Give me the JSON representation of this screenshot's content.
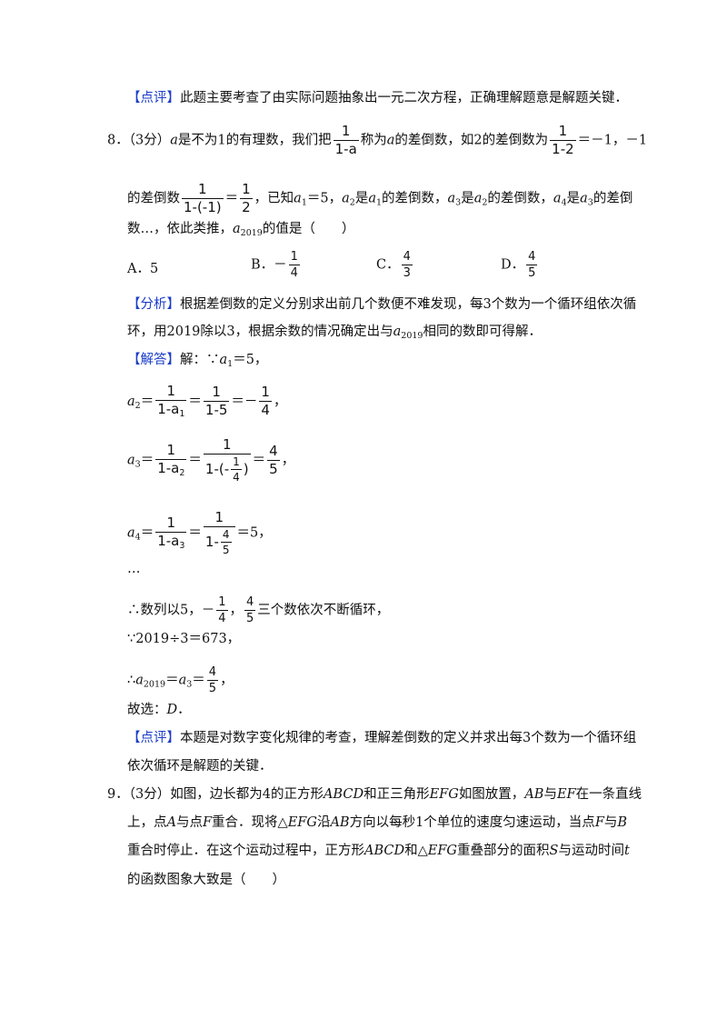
{
  "line_top_comment": {
    "tag": "【点评】",
    "text": "此题主要考查了由实际问题抽象出一元二次方程，正确理解题意是解题关键．"
  },
  "q8": {
    "number": "8．",
    "score": "（3分）",
    "l1_a": "a",
    "l1_b": "是不为1的有理数，我们把",
    "l1_frac1": {
      "n": "1",
      "d": "1-a"
    },
    "l1_c": "称为",
    "l1_d": "a",
    "l1_e": "的差倒数，如2的差倒数为",
    "l1_frac2": {
      "n": "1",
      "d": "1-2"
    },
    "l1_f": "＝－1，－1",
    "l2_a": "的差倒数",
    "l2_frac1": {
      "n": "1",
      "d": "1-(-1)"
    },
    "l2_eq": "＝",
    "l2_frac2": {
      "n": "1",
      "d": "2"
    },
    "l2_b": "，已知",
    "l2_c": "＝5，",
    "l2_d": "是",
    "l2_e": "的差倒数，",
    "l2_f": "是",
    "l2_g": "的差倒数，",
    "l2_h": "是",
    "l2_i": "的差倒",
    "l3_a": "数…，依此类推，",
    "l3_b": "的值是（　　）",
    "var_a": "a",
    "sub_1": "1",
    "sub_2": "2",
    "sub_3": "3",
    "sub_4": "4",
    "sub_2019": "2019",
    "options": {
      "A": {
        "label": "A．",
        "value": "5"
      },
      "B": {
        "label": "B．",
        "sign": "－",
        "n": "1",
        "d": "4"
      },
      "C": {
        "label": "C．",
        "n": "4",
        "d": "3"
      },
      "D": {
        "label": "D．",
        "n": "4",
        "d": "5"
      }
    }
  },
  "analysis": {
    "tag": "【分析】",
    "l1": "根据差倒数的定义分别求出前几个数便不难发现，每3个数为一个循环组依次循",
    "l2_a": "环，用2019除以3，根据余数的情况确定出与",
    "l2_b": "相同的数即可得解．"
  },
  "answer": {
    "tag": "【解答】",
    "l1_a": "解：∵",
    "l1_b": "＝5，",
    "eq": "＝",
    "a2_line": {
      "f1n": "1",
      "f1d": "1-a",
      "f2n": "1",
      "f2d": "1-5",
      "mid": "＝－",
      "f3n": "1",
      "f3d": "4",
      "end": "，"
    },
    "a3_line": {
      "f1n": "1",
      "f1d": "1-a",
      "bign": "1",
      "bigd_pre": "1-(-",
      "bigd_fn": "1",
      "bigd_fd": "4",
      "bigd_post": ")",
      "f3n": "4",
      "f3d": "5",
      "end": "，"
    },
    "a4_line": {
      "f1n": "1",
      "f1d": "1-a",
      "bign": "1",
      "bigd_pre": "1-",
      "bigd_fn": "4",
      "bigd_fd": "5",
      "end": "＝5，"
    },
    "dots": "…",
    "cycle_a": "∴数列以5，－",
    "cycle_f1n": "1",
    "cycle_f1d": "4",
    "cycle_b": "，",
    "cycle_f2n": "4",
    "cycle_f2d": "5",
    "cycle_c": "三个数依次不断循环，",
    "div_line": "∵2019÷3＝673，",
    "res_a": "∴",
    "res_b": "＝",
    "res_c": "＝",
    "res_fn": "4",
    "res_fd": "5",
    "res_end": "，",
    "choose_a": "故选：",
    "choose_b": "D",
    "choose_c": "．"
  },
  "comment": {
    "tag": "【点评】",
    "l1": "本题是对数字变化规律的考查，理解差倒数的定义并求出每3个数为一个循环组",
    "l2": "依次循环是解题的关键．"
  },
  "q9": {
    "number": "9．",
    "score": "（3分）",
    "l1_a": "如图，边长都为4的正方形",
    "l1_b": "ABCD",
    "l1_c": "和正三角形",
    "l1_d": "EFG",
    "l1_e": "如图放置，",
    "l1_f": "AB",
    "l1_g": "与",
    "l1_h": "EF",
    "l1_i": "在一条直线",
    "l2_a": "上，点",
    "l2_b": "A",
    "l2_c": "与点",
    "l2_d": "F",
    "l2_e": "重合．现将△",
    "l2_f": "EFG",
    "l2_g": "沿",
    "l2_h": "AB",
    "l2_i": "方向以每秒1个单位的速度匀速运动，当点",
    "l2_j": "F",
    "l2_k": "与",
    "l2_l": "B",
    "l3_a": "重合时停止．在这个运动过程中，正方形",
    "l3_b": "ABCD",
    "l3_c": "和△",
    "l3_d": "EFG",
    "l3_e": "重叠部分的面积",
    "l3_f": "S",
    "l3_g": "与运动时间",
    "l3_h": "t",
    "l4": "的函数图象大致是（　　）"
  }
}
